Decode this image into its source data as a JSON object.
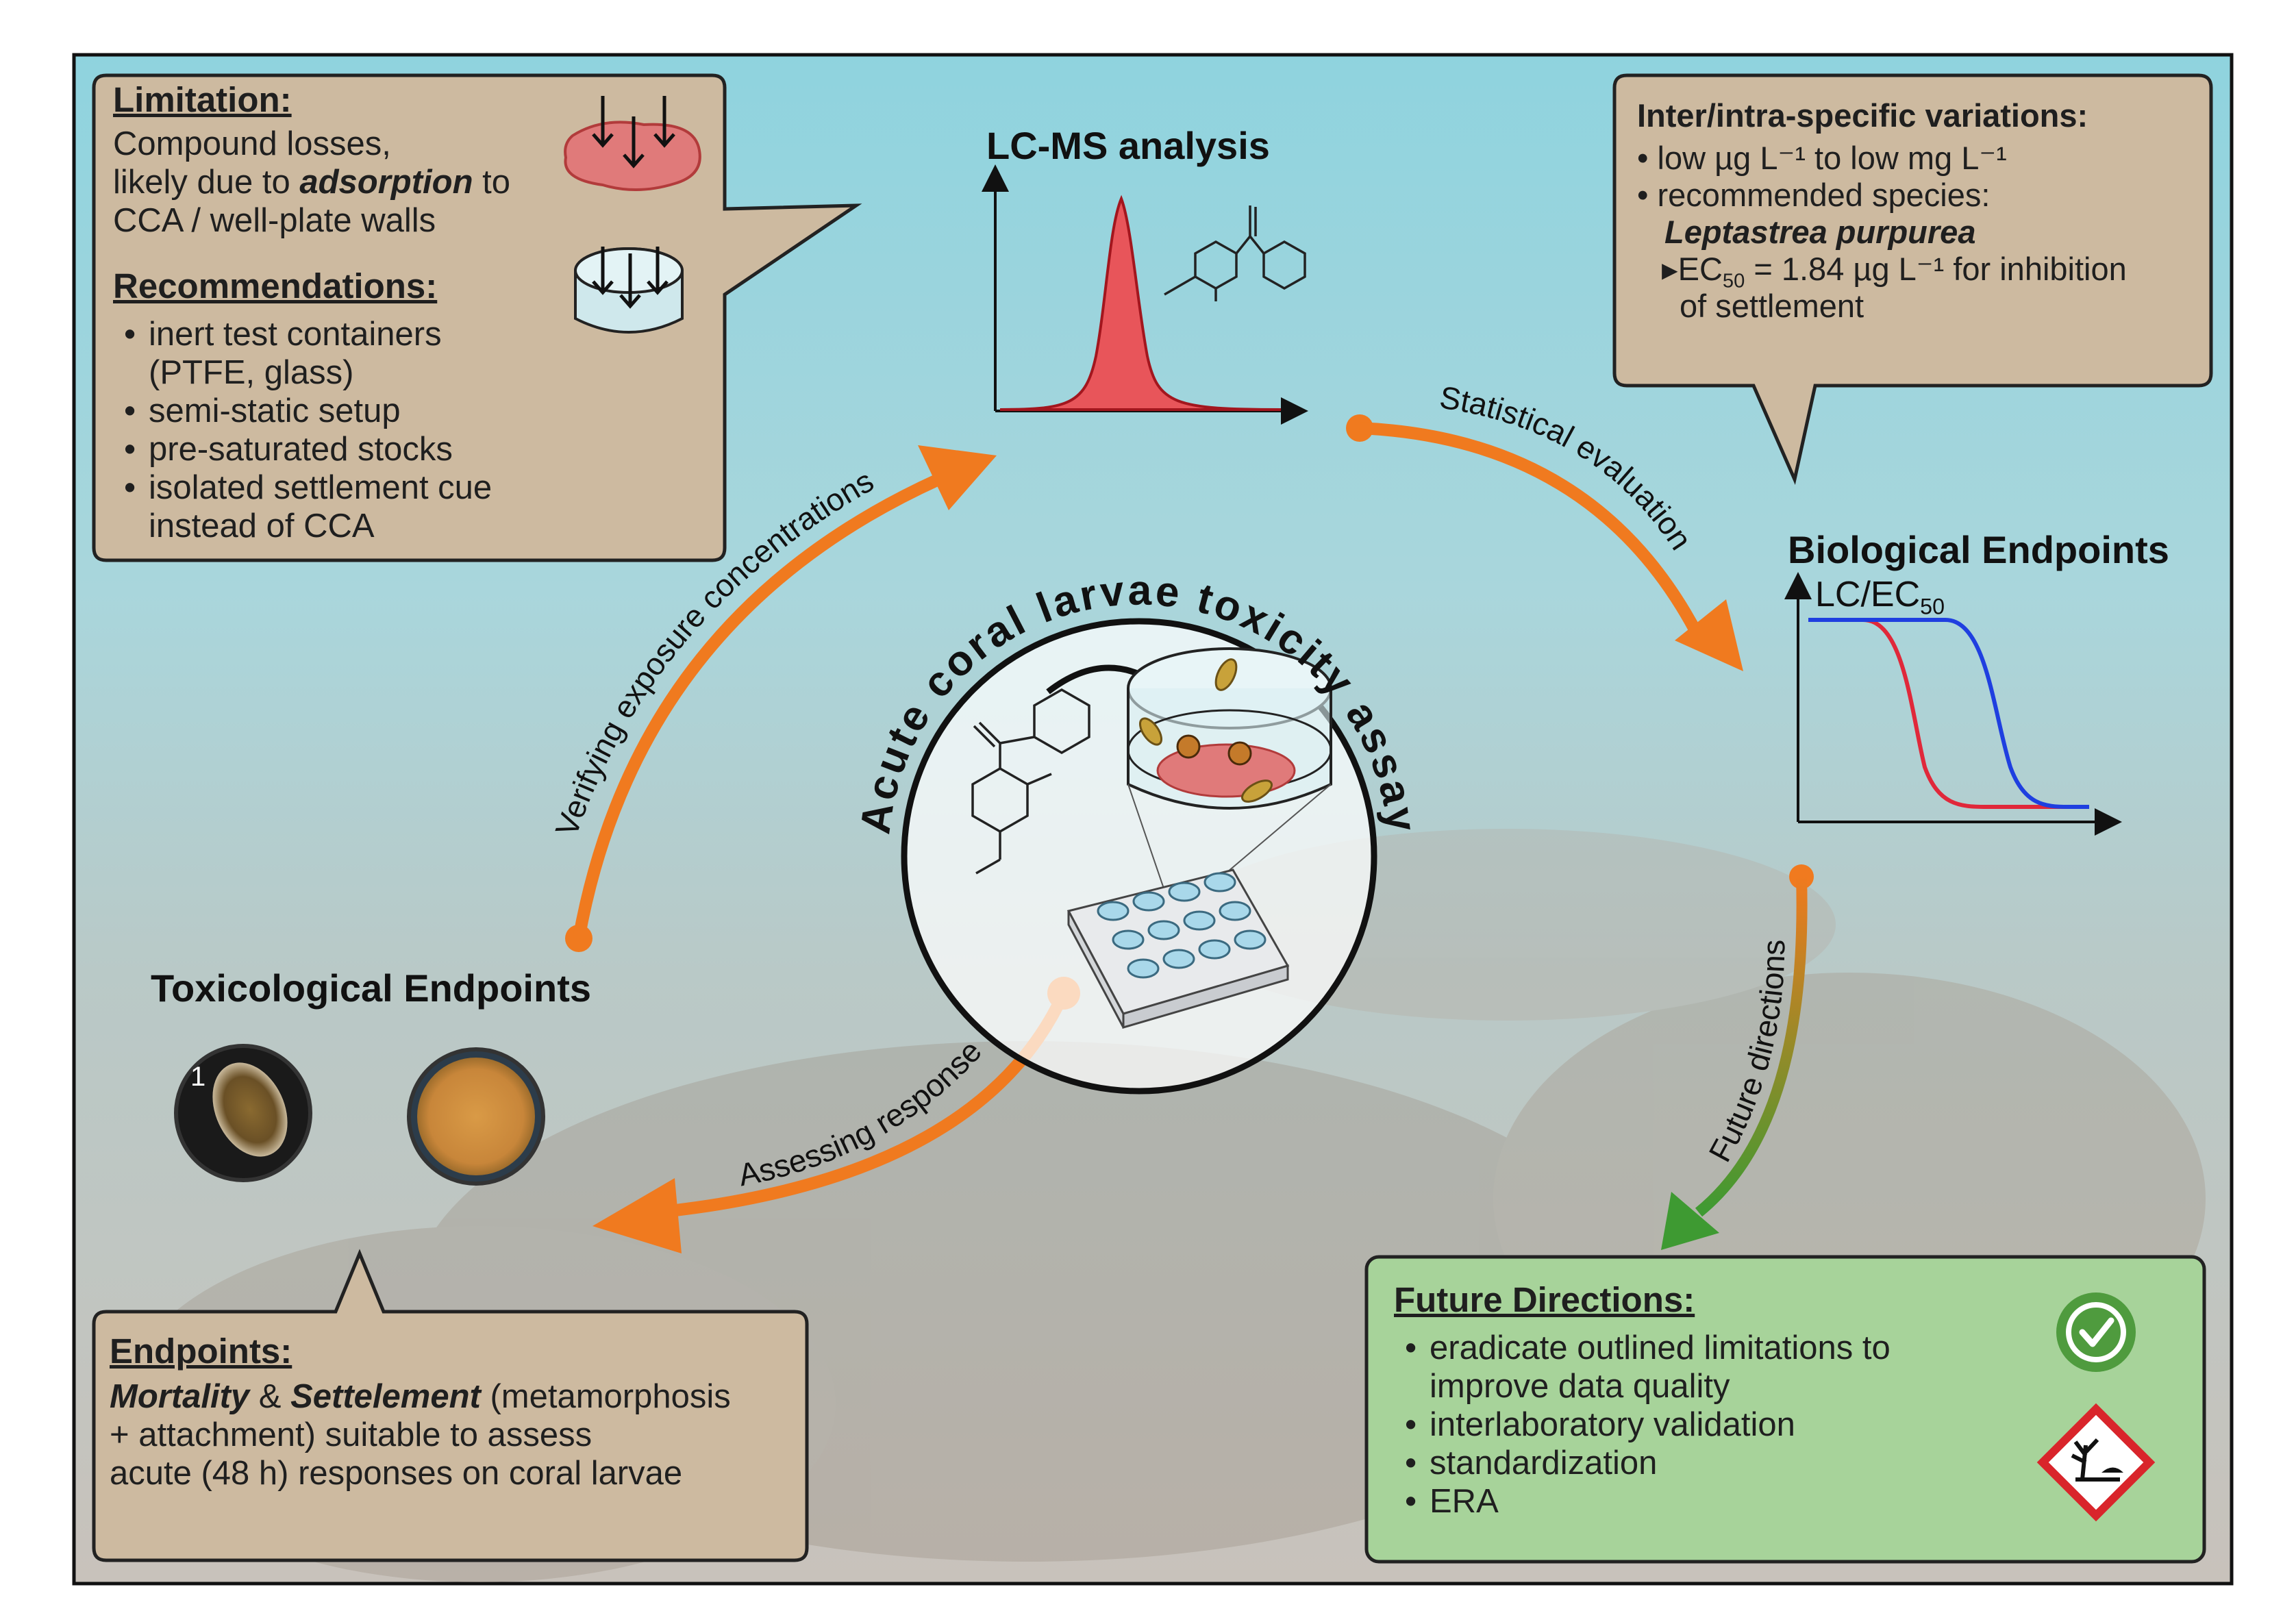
{
  "limitation": {
    "heading": "Limitation:",
    "line1": "Compound losses,",
    "line2_pre": "likely due to ",
    "line2_bold": "adsorption",
    "line2_post": " to",
    "line3": "CCA / well-plate walls"
  },
  "recommendations": {
    "heading": "Recommendations:",
    "items": [
      "inert test containers (PTFE, glass)",
      "semi-static setup",
      "pre-saturated stocks",
      "isolated settlement cue instead of CCA"
    ]
  },
  "lcms": {
    "title": "LC-MS analysis"
  },
  "variations": {
    "heading": "Inter/intra-specific variations:",
    "item1": "low µg L⁻¹ to low mg L⁻¹",
    "item2": "recommended species:",
    "species": "Leptastrea purpurea",
    "ec_pre": "EC",
    "ec_sub": "50",
    "ec_post": " = 1.84 µg L⁻¹ for inhibition",
    "ec_line2": "of settlement"
  },
  "biological": {
    "title": "Biological Endpoints",
    "label_pre": "LC/EC",
    "label_sub": "50"
  },
  "arrows": {
    "statistical": "Statistical evaluation",
    "verifying": "Verifying exposure concentrations",
    "assessing": "Assessing response",
    "future": "Future directions"
  },
  "center": {
    "title": "Acute coral larvae toxicity assay"
  },
  "toxicological": {
    "title": "Toxicological Endpoints",
    "photo_label": "1"
  },
  "endpoints": {
    "heading": "Endpoints:",
    "mortality": "Mortality",
    "amp": " & ",
    "settlement": "Settelement",
    "line1_post": " (metamorphosis",
    "line2": "+ attachment) suitable to assess",
    "line3": "acute (48 h) responses on coral larvae"
  },
  "future_directions": {
    "heading": "Future Directions:",
    "items": [
      "eradicate outlined limitations to improve data quality",
      "interlaboratory validation",
      "standardization",
      "ERA"
    ]
  },
  "icons": {
    "adsorption_blob": "adsorption-blob-icon",
    "well_dish": "well-dish-icon",
    "quality_badge": "quality-check-badge-icon",
    "environment_hazard": "environmental-hazard-pictogram-icon"
  },
  "colors": {
    "arrow_orange": "#f07a1f",
    "arrow_green": "#3e9a32",
    "panel_tan": "#cdbaa0",
    "panel_green": "#a7d39a",
    "peak_red": "#e8555a",
    "curve_red": "#e0283a",
    "curve_blue": "#1f3fe0"
  }
}
